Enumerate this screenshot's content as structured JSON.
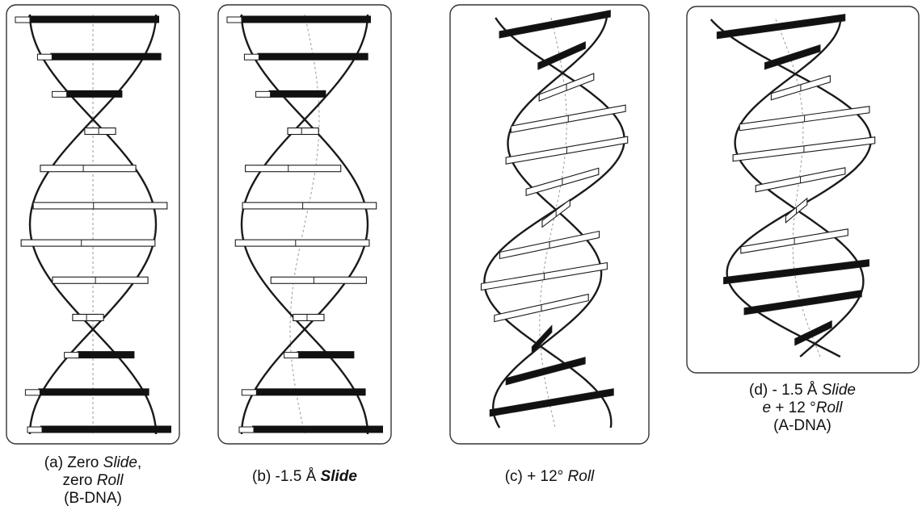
{
  "panels": [
    {
      "id": "a",
      "caption": [
        [
          {
            "t": "(a) Zero "
          },
          {
            "t": "Slide",
            "i": true
          },
          {
            "t": ","
          }
        ],
        [
          {
            "t": "zero "
          },
          {
            "t": "Roll",
            "i": true
          }
        ],
        [
          {
            "t": "(B-DNA)"
          }
        ]
      ]
    },
    {
      "id": "b",
      "caption": [
        [
          {
            "t": "(b) -1.5 Å "
          },
          {
            "t": "Slide",
            "i": true,
            "b": true
          }
        ]
      ]
    },
    {
      "id": "c",
      "caption": [
        [
          {
            "t": "(c) + 12° "
          },
          {
            "t": "Roll",
            "i": true
          }
        ]
      ]
    },
    {
      "id": "d",
      "caption": [
        [
          {
            "t": "(d) - 1.5 Å "
          },
          {
            "t": "Slide",
            "i": true
          }
        ],
        [
          {
            "t": "e",
            "i": true
          },
          {
            "t": " + 12  °"
          },
          {
            "t": "Roll",
            "i": true
          }
        ],
        [
          {
            "t": "(A-DNA)"
          }
        ]
      ]
    }
  ],
  "colors": {
    "frame": "#333333",
    "strand": "#1a1a1a",
    "base_dark": "#111111",
    "base_light": "#ffffff",
    "axis": "#9a9a9a"
  }
}
